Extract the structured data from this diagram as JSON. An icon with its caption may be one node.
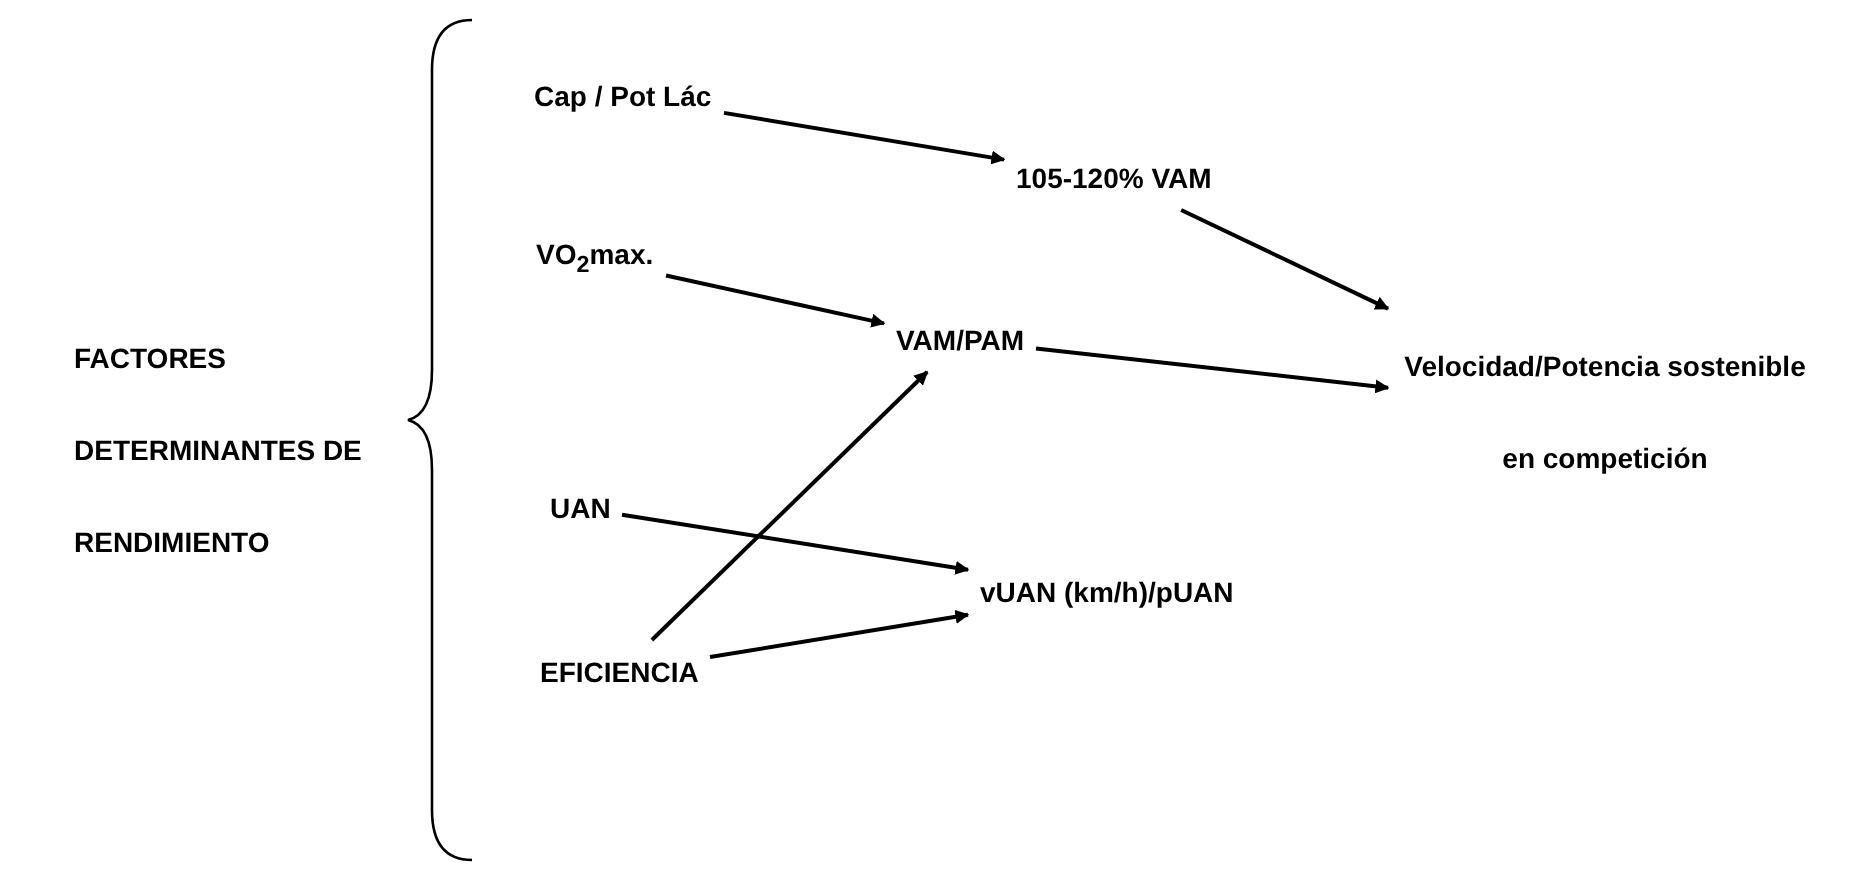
{
  "diagram": {
    "nodes": [
      {
        "text": [
          "FACTORES DETERMINANTES DE RENDIMIENTO"
        ]
      },
      {
        "text": [
          "Cap / Pot Lác"
        ]
      },
      {
        "text": [
          "VO$_{2}$max."
        ]
      },
      {
        "text": [
          "UAN"
        ]
      },
      {
        "text": [
          "EFICIENCIA"
        ]
      },
      {
        "text": [
          "105-120% VAM"
        ]
      },
      {
        "text": [
          "VAM/PAM"
        ]
      },
      {
        "text": [
          "Velocidad/Potencia sostenible en competición"
        ]
      },
      {
        "text": [
          "vUAN (km/h)/pUAN"
        ]
      }
    ],
    "edges": [
      {
        "from": 1,
        "to": 5,
        "arrow": "to"
      },
      {
        "from": 5,
        "to": 7,
        "arrow": "to"
      },
      {
        "from": 2,
        "to": 6,
        "arrow": "to"
      },
      {
        "from": 6,
        "to": 7,
        "arrow": "to"
      },
      {
        "from": 3,
        "to": 8,
        "arrow": "to"
      },
      {
        "from": 4,
        "to": 6,
        "arrow": "to"
      },
      {
        "from": 4,
        "to": 8,
        "arrow": "to"
      }
    ]
  }
}
